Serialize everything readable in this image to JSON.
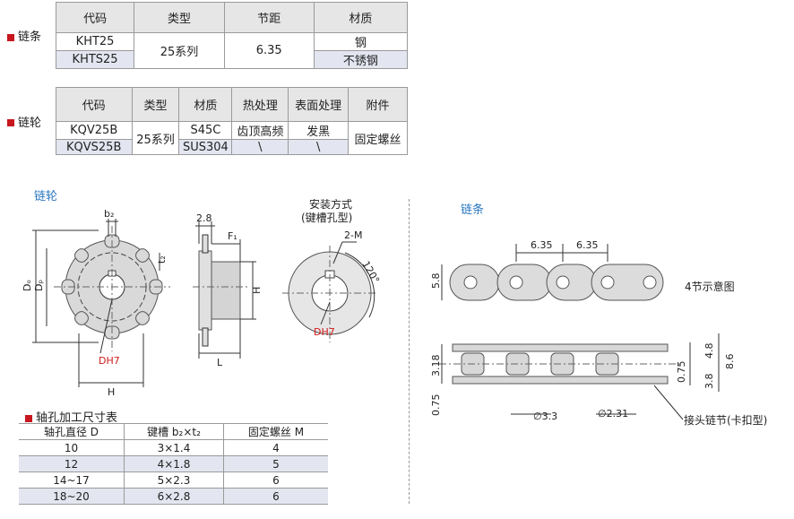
{
  "chain_table": {
    "label": "链条",
    "headers": [
      "代码",
      "类型",
      "节距",
      "材质"
    ],
    "rows": [
      {
        "code": "KHT25",
        "material": "钢"
      },
      {
        "code": "KHTS25",
        "material": "不锈钢"
      }
    ],
    "type": "25系列",
    "pitch": "6.35"
  },
  "sprocket_table": {
    "label": "链轮",
    "headers": [
      "代码",
      "类型",
      "材质",
      "热处理",
      "表面处理",
      "附件"
    ],
    "rows": [
      {
        "code": "KQV25B",
        "material": "S45C",
        "heat": "齿顶高频",
        "surface": "发黑"
      },
      {
        "code": "KQVS25B",
        "material": "SUS304",
        "heat": "\\",
        "surface": "\\"
      }
    ],
    "type": "25系列",
    "accessory": "固定螺丝"
  },
  "sprocket_drawing": {
    "title": "链轮",
    "b2": "b₂",
    "t2": "t₂",
    "Do": "Dₒ",
    "Dp": "Dₚ",
    "dh7": "DH7",
    "H": "H",
    "dim_28": "2.8",
    "F1": "F₁",
    "L": "L",
    "H_side": "H",
    "mount_title": "安装方式",
    "mount_sub": "(键槽孔型)",
    "m2": "2-M",
    "angle": "120°",
    "dh7_2": "DH7"
  },
  "chain_drawing": {
    "title": "链条",
    "pitch1": "6.35",
    "pitch2": "6.35",
    "h58": "5.8",
    "note4": "4节示意图",
    "d318": "3.18",
    "d075a": "0.75",
    "d075b": "0.75",
    "d48": "4.8",
    "d38": "3.8",
    "d86": "8.6",
    "dia33": "∅3.3",
    "dia231": "∅2.31",
    "joint": "接头链节(卡扣型)"
  },
  "bore_table": {
    "title": "轴孔加工尺寸表",
    "headers": [
      "轴孔直径 D",
      "键槽 b₂×t₂",
      "固定螺丝 M"
    ],
    "rows": [
      [
        "10",
        "3×1.4",
        "4"
      ],
      [
        "12",
        "4×1.8",
        "5"
      ],
      [
        "14~17",
        "5×2.3",
        "6"
      ],
      [
        "18~20",
        "6×2.8",
        "6"
      ]
    ]
  }
}
